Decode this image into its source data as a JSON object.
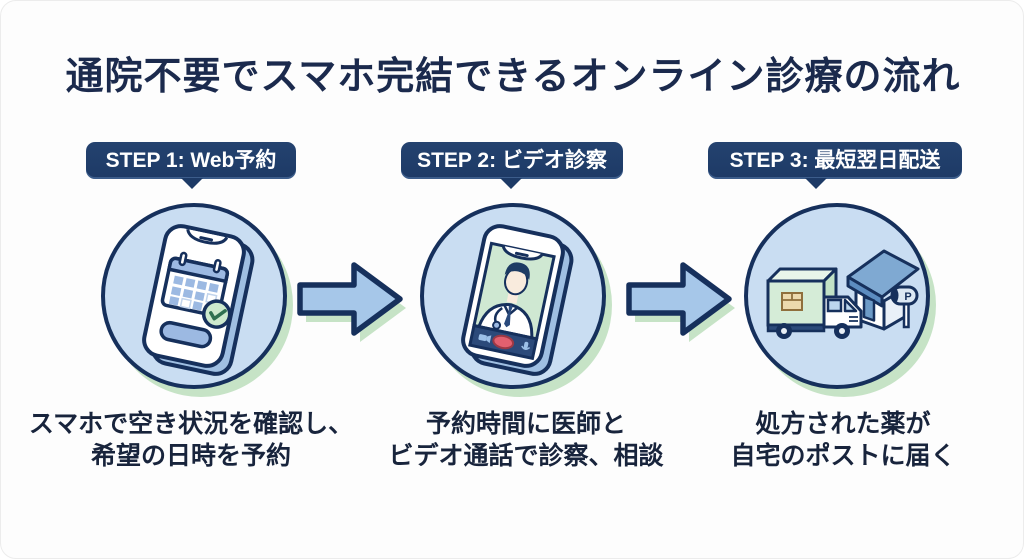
{
  "page": {
    "title": "通院不要でスマホ完結できるオンライン診療の流れ"
  },
  "steps": [
    {
      "badge_label": "STEP 1: Web予約",
      "illustration": "smartphone-with-calendar-booking",
      "caption_line1": "スマホで空き状況を確認し、",
      "caption_line2": "希望の日時を予約"
    },
    {
      "badge_label": "STEP 2: ビデオ診察",
      "illustration": "smartphone-video-call-with-doctor",
      "caption_line1": "予約時間に医師と",
      "caption_line2": "ビデオ通話で診察、相談"
    },
    {
      "badge_label": "STEP 3: 最短翌日配送",
      "illustration": "delivery-truck-and-house-with-mailbox",
      "caption_line1": "処方された薬が",
      "caption_line2": "自宅のポストに届く"
    }
  ],
  "mailbox_letter": "P",
  "icons": {
    "arrow1": "right-arrow",
    "arrow2": "right-arrow"
  },
  "colors": {
    "title_text": "#1b2a4d",
    "badge_background": "#1d3a66",
    "badge_text": "#ffffff",
    "outline_navy": "#16305c",
    "circle_fill": "#c9ddf2",
    "arrow_fill": "#a6c7e9",
    "green_shadow": "#c6e3c6",
    "caption_text": "#18243c",
    "caption_underline": "#b5e0b6",
    "screen_green": "#cfe8d2",
    "hangup_red": "#e2606f"
  }
}
